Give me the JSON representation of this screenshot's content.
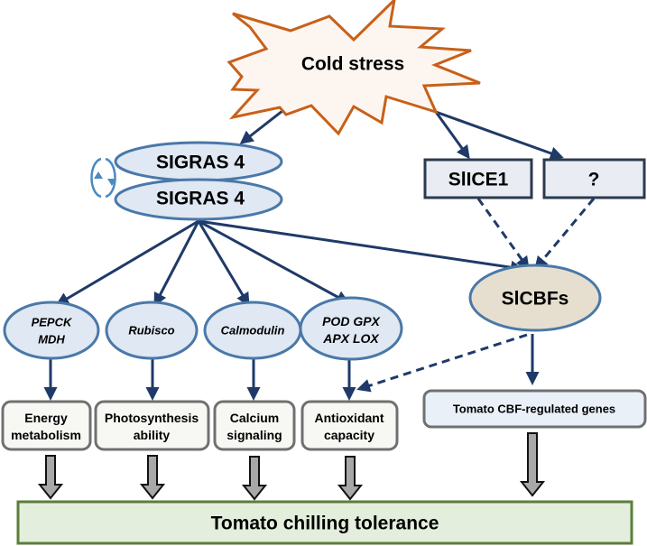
{
  "stress": {
    "label": "Cold stress"
  },
  "sigras": {
    "top": "SIGRAS 4",
    "bottom": "SIGRAS 4",
    "cycle_icon": "cycle-arrows-icon"
  },
  "ice": {
    "label": "SlICE1"
  },
  "unknown": {
    "label": "?"
  },
  "cbf": {
    "label": "SlCBFs"
  },
  "enzymes": [
    {
      "line1": "PEPCK",
      "line2": "MDH"
    },
    {
      "line1": "Rubisco",
      "line2": ""
    },
    {
      "line1": "Calmodulin",
      "line2": ""
    },
    {
      "line1": "POD GPX",
      "line2": "APX LOX"
    }
  ],
  "processes": [
    {
      "line1": "Energy",
      "line2": "metabolism"
    },
    {
      "line1": "Photosynthesis",
      "line2": "ability"
    },
    {
      "line1": "Calcium",
      "line2": "signaling"
    },
    {
      "line1": "Antioxidant",
      "line2": "capacity"
    }
  ],
  "cbf_genes": {
    "label": "Tomato CBF-regulated genes"
  },
  "outcome": {
    "label": "Tomato chilling tolerance"
  },
  "colors": {
    "arrow": "#1f3a68",
    "star_stroke": "#c8601a",
    "star_fill": "#fdf6f0",
    "ellipse_stroke": "#4a78a8",
    "ellipse_fill": "#dfe8f3",
    "cbf_fill": "#e6dfcf",
    "box_stroke": "#2c3a4f",
    "box_fill": "#e9edf3",
    "process_stroke": "#707070",
    "process_fill": "#f7f8f4",
    "genes_fill": "#eaf0f7",
    "outcome_stroke": "#5b7f3a",
    "outcome_fill": "#e3eedc",
    "fat_arrow_fill": "#a8a8a8"
  }
}
